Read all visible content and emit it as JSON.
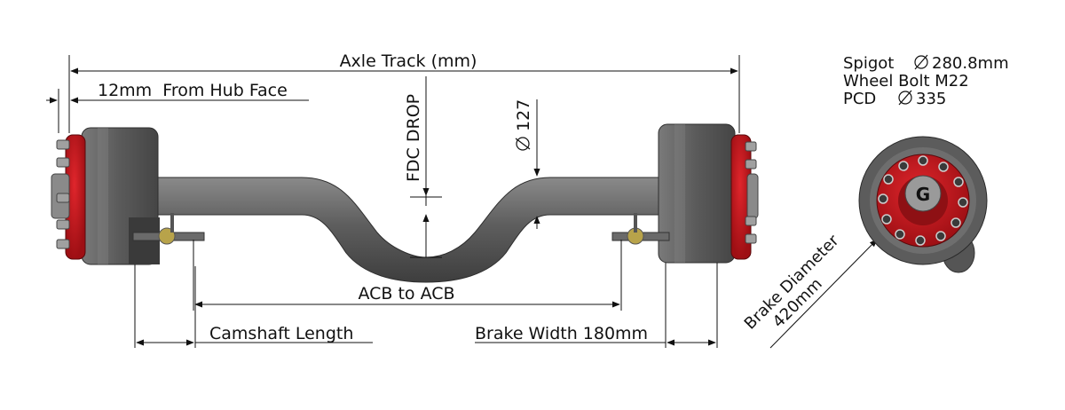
{
  "dimensions": {
    "axle_track": "Axle Track (mm)",
    "hub_offset": "12mm  From Hub Face",
    "fdc_drop": "FDC DROP",
    "tube_diameter": "127",
    "acb_to_acb": "ACB to ACB",
    "camshaft_length": "Camshaft Length",
    "brake_width": "Brake Width 180mm",
    "brake_diameter_label": "Brake Diameter",
    "brake_diameter_value": "420mm"
  },
  "specs": {
    "spigot_label": "Spigot",
    "spigot_value": "280.8mm",
    "wheel_bolt": "Wheel Bolt M22",
    "pcd_label": "PCD",
    "pcd_value": "335"
  },
  "hub_logo": "G",
  "colors": {
    "drum": "#6b6b6b",
    "hub_red": "#c4161c",
    "stud": "#9a9a9a",
    "line": "#111111"
  }
}
